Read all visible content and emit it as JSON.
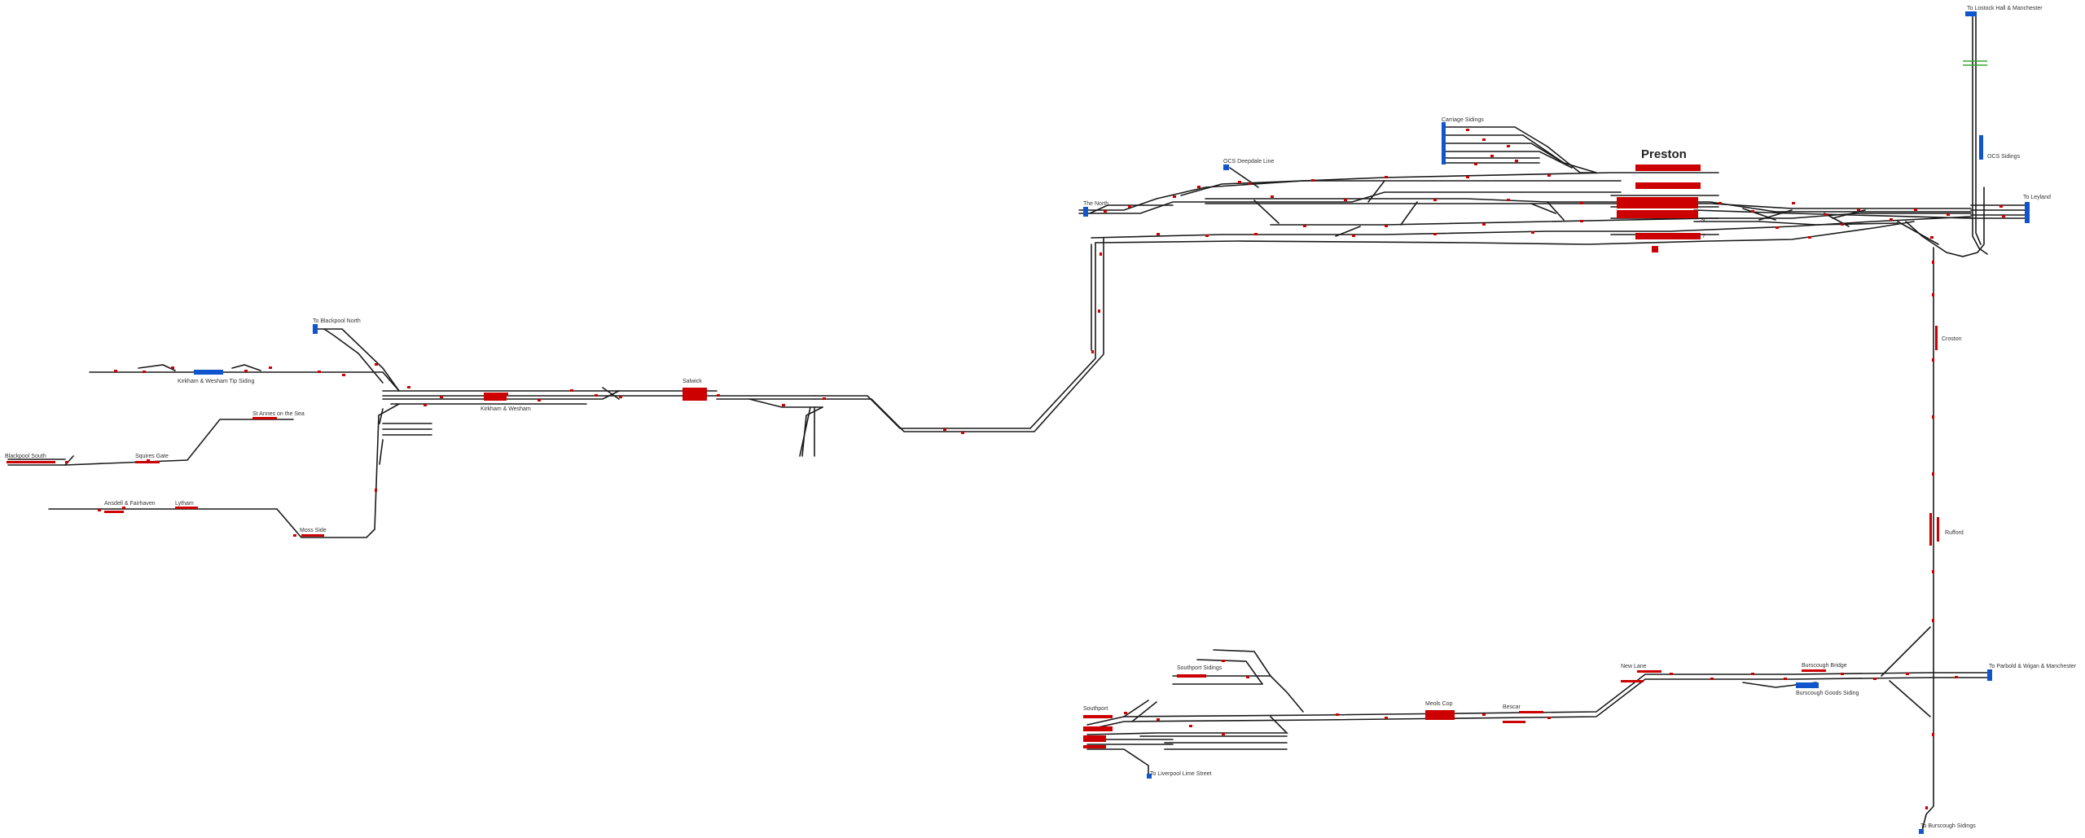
{
  "title": "Preston",
  "colors": {
    "track": "#1a1a1a",
    "platform": "#cc0000",
    "signal": "#cc0000",
    "exit": "#1155cc",
    "siding_marker": "#33aa33",
    "background": "#ffffff"
  },
  "labels": {
    "to_lostock": "To Lostock Hall & Manchester",
    "ocs_sidings": "OCS Sidings",
    "to_leyland": "To Leyland",
    "carriage_sidings": "Carriage Sidings",
    "ocs_deepdale": "OCS Deepdale Line",
    "the_north": "The North",
    "to_blackpool_north": "To Blackpool North",
    "kirkham_tip": "Kirkham & Wesham Tip Siding",
    "salwick": "Salwick",
    "kirkham": "Kirkham & Wesham",
    "st_annes": "St Annes on the Sea",
    "blackpool_south": "Blackpool South",
    "squires_gate": "Squires Gate",
    "ansdell": "Ansdell & Fairhaven",
    "lytham": "Lytham",
    "moss_side": "Moss Side",
    "croston": "Croston",
    "rufford": "Rufford",
    "southport_sidings": "Southport Sidings",
    "southport": "Southport",
    "to_liverpool": "To Liverpool Lime Street",
    "meols_cop": "Meols Cop",
    "bescar": "Bescar",
    "new_lane": "New Lane",
    "burscough_bridge": "Burscough Bridge",
    "burscough_goods": "Burscough Goods Siding",
    "to_parbold": "To Parbold & Wigan & Manchester",
    "to_burscough_sidings": "To Burscough Sidings",
    "plat_3c": "3c",
    "plat_7": "7"
  }
}
